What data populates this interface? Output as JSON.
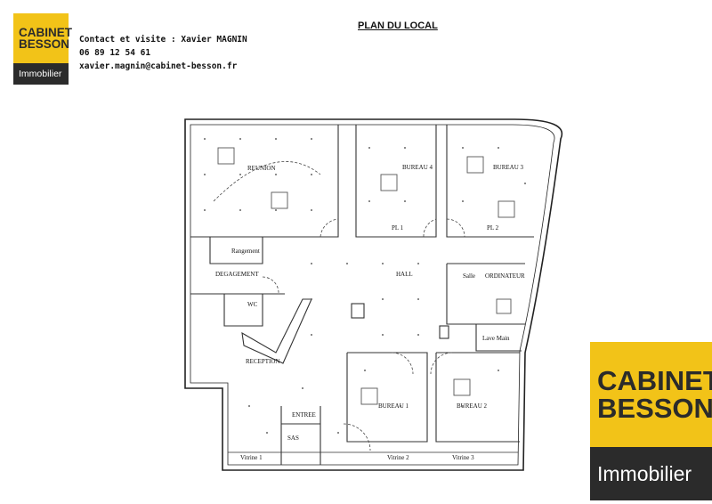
{
  "header": {
    "title": "PLAN DU LOCAL",
    "contact_line": "Contact et visite : Xavier MAGNIN",
    "phone": "06 89 12 54 61",
    "email": "xavier.magnin@cabinet-besson.fr"
  },
  "logo": {
    "word1": "CABINET",
    "word2": "BESSON",
    "tagline": "Immobilier",
    "colors": {
      "top": "#f2c318",
      "bottom": "#2b2b2b",
      "text_light": "#ffffff"
    }
  },
  "plan": {
    "rooms": {
      "reunion": "REUNION",
      "bureau4": "BUREAU 4",
      "bureau3": "BUREAU 3",
      "rangement": "Rangement",
      "degagement": "DEGAGEMENT",
      "hall": "HALL",
      "salle": "Salle",
      "ordinateur": "ORDINATEUR",
      "wc": "WC",
      "reception": "RECEPTION",
      "lave_main": "Lave Main",
      "bureau1": "BUREAU 1",
      "bureau2": "BUREAU 2",
      "entree": "ENTREE",
      "sas": "SAS",
      "pl1": "PL 1",
      "pl2": "PL 2",
      "vitrine1": "Vitrine 1",
      "vitrine2": "Vitrine 2",
      "vitrine3": "Vitrine 3"
    }
  }
}
